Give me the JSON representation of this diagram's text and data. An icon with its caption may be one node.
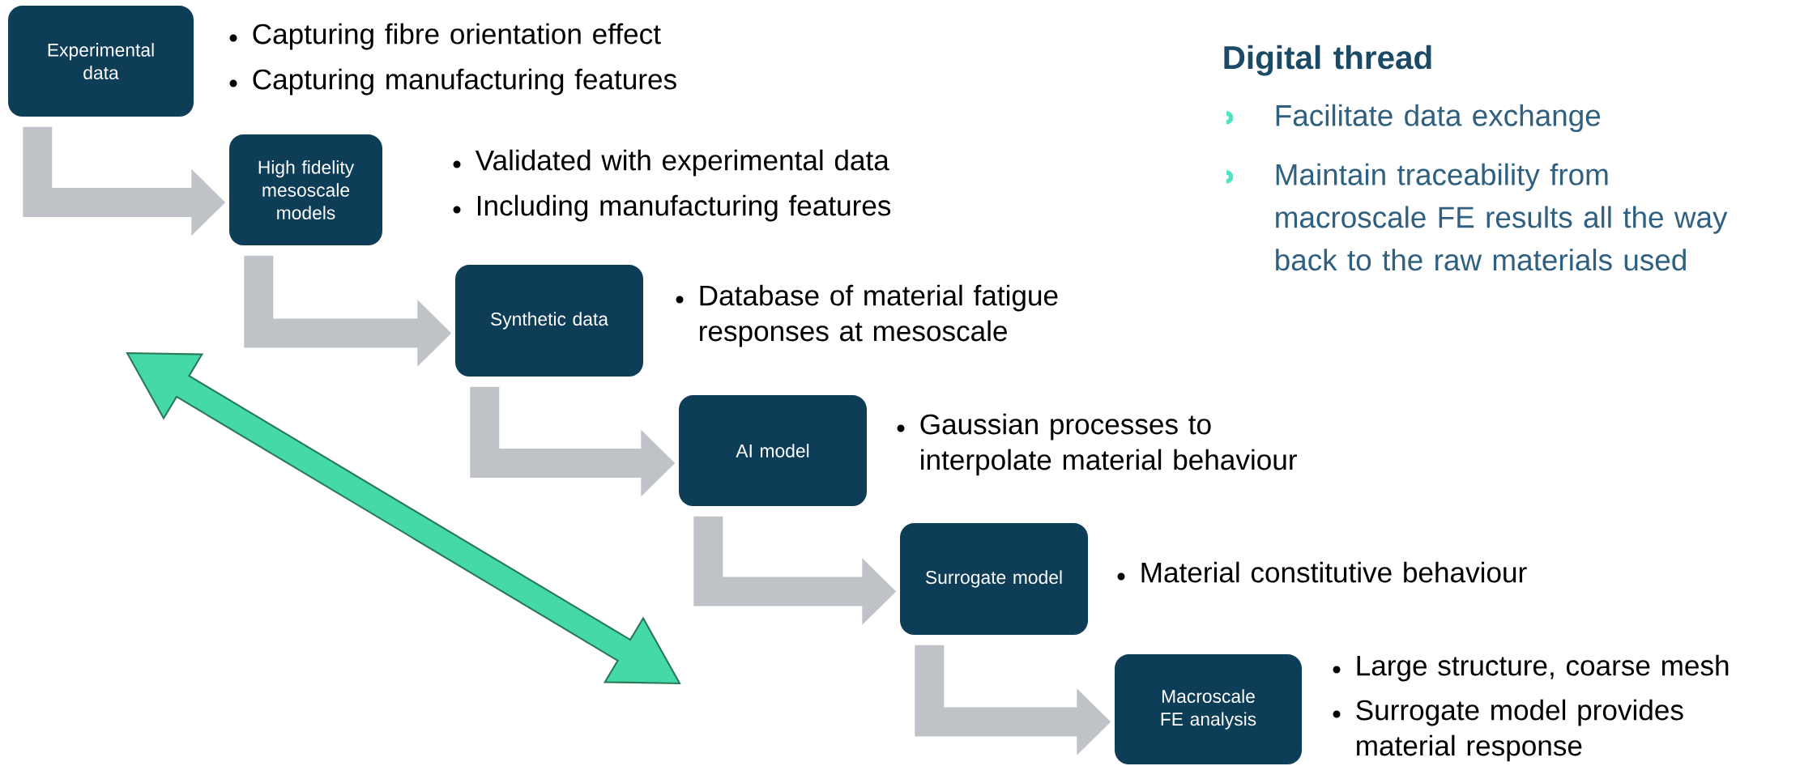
{
  "diagram": {
    "nodes": [
      {
        "text": [
          "Experimental data"
        ],
        "beside": [
          "Capturing fibre orientation effect",
          "Capturing manufacturing features"
        ]
      },
      {
        "text": [
          "High fidelity mesoscale models"
        ],
        "beside": [
          "Validated with experimental data",
          "Including manufacturing features"
        ]
      },
      {
        "text": [
          "Synthetic data"
        ],
        "beside": [
          "Database of material fatigue responses at mesoscale"
        ]
      },
      {
        "text": [
          "AI model"
        ],
        "beside": [
          "Gaussian processes to interpolate material behaviour"
        ]
      },
      {
        "text": [
          "Surrogate model"
        ],
        "beside": [
          "Material constitutive behaviour"
        ]
      },
      {
        "text": [
          "Macroscale FE analysis"
        ],
        "beside": [
          "Large structure, coarse mesh",
          "Surrogate model provides material response"
        ]
      }
    ],
    "edges": [
      {
        "from": 0,
        "to": 1,
        "arrow": "to"
      },
      {
        "from": 1,
        "to": 2,
        "arrow": "to"
      },
      {
        "from": 2,
        "to": 3,
        "arrow": "to"
      },
      {
        "from": 3,
        "to": 4,
        "arrow": "to"
      },
      {
        "from": 4,
        "to": 5,
        "arrow": "to"
      }
    ],
    "labels": [
      "Digital thread",
      "Facilitate data exchange",
      "Maintain traceability from macroscale FE results all the way back to the raw materials used"
    ]
  }
}
